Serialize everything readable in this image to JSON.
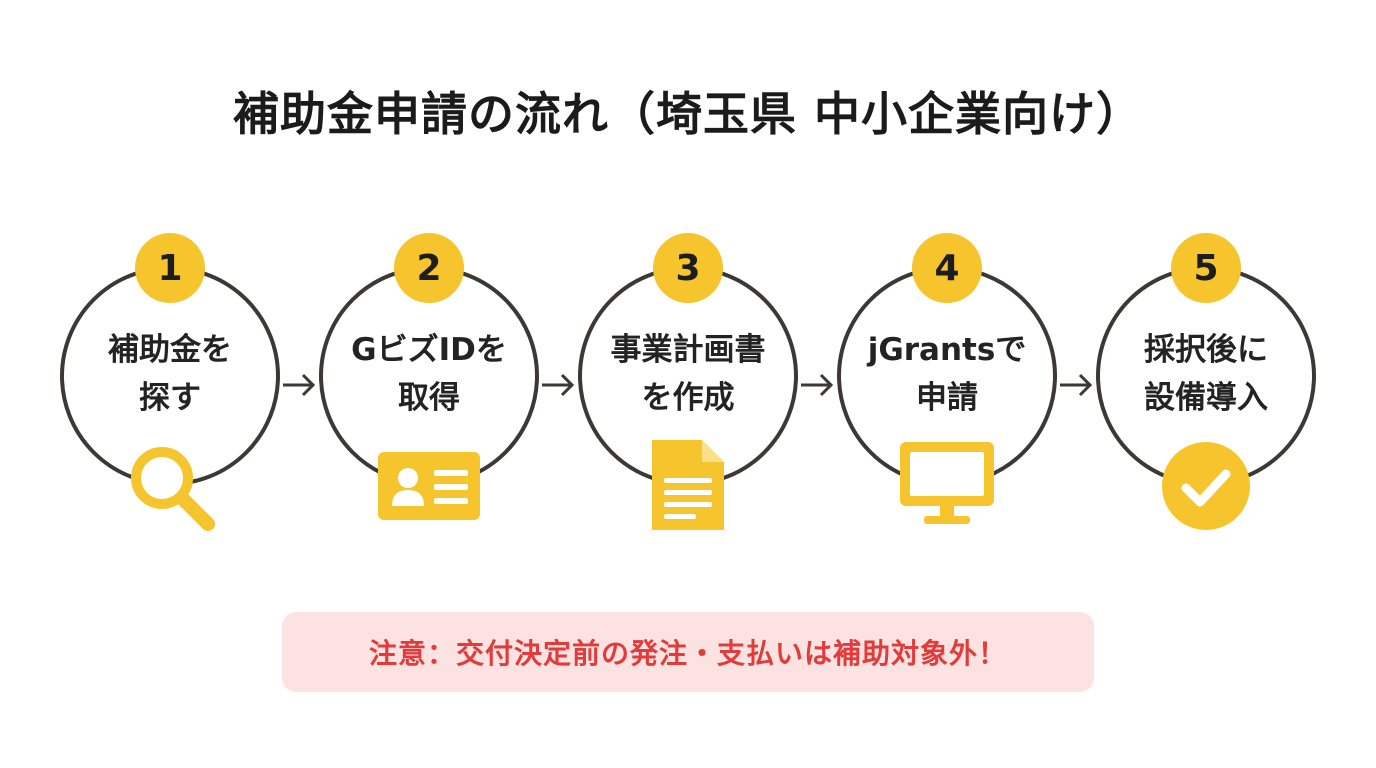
{
  "title": "補助金申請の流れ（埼玉県 中小企業向け）",
  "steps": [
    {
      "number": "1",
      "line1": "補助金を",
      "line2": "探す",
      "icon": "magnifier-icon"
    },
    {
      "number": "2",
      "line1": "GビズIDを",
      "line2": "取得",
      "icon": "id-card-icon"
    },
    {
      "number": "3",
      "line1": "事業計画書",
      "line2": "を作成",
      "icon": "document-icon"
    },
    {
      "number": "4",
      "line1": "jGrantsで",
      "line2": "申請",
      "icon": "monitor-icon"
    },
    {
      "number": "5",
      "line1": "採択後に",
      "line2": "設備導入",
      "icon": "check-circle-icon"
    }
  ],
  "warning": "注意：交付決定前の発注・支払いは補助対象外！",
  "colors": {
    "accent": "#f6c42d",
    "outline": "#3d3833",
    "warning_bg": "#fde2e2",
    "warning_text": "#e23b3b"
  }
}
